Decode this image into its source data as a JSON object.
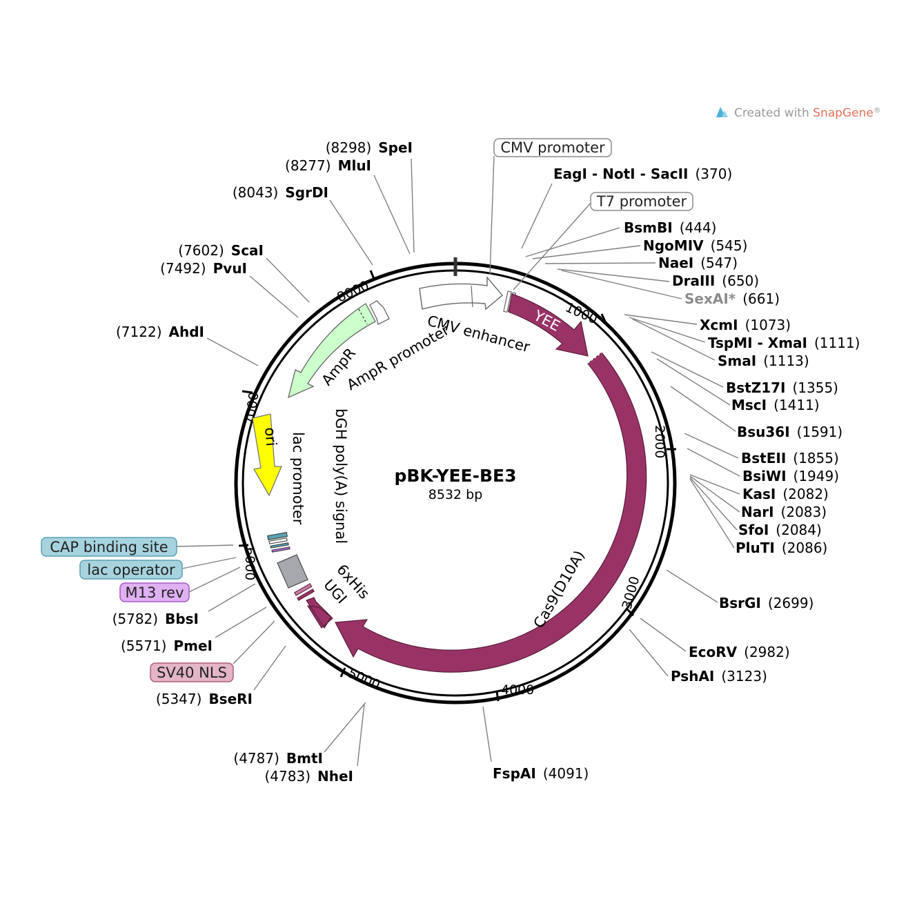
{
  "credit": {
    "prefix": "Created with ",
    "brand": "SnapGene",
    "mark": "®"
  },
  "plasmid": {
    "name": "pBK-YEE-BE3",
    "length": "8532 bp"
  },
  "ticks": [
    "1000",
    "2000",
    "3000",
    "4000",
    "5000",
    "6000",
    "7000",
    "8000"
  ],
  "enzymes_right": [
    {
      "name": "EagI - NotI - SacII",
      "pos": "(370)"
    },
    {
      "name": "BsmBI",
      "pos": "(444)"
    },
    {
      "name": "NgoMIV",
      "pos": "(545)"
    },
    {
      "name": "NaeI",
      "pos": "(547)"
    },
    {
      "name": "DraIII",
      "pos": "(650)"
    },
    {
      "name": "SexAI*",
      "pos": "(661)"
    },
    {
      "name": "XcmI",
      "pos": "(1073)"
    },
    {
      "name": "TspMI - XmaI",
      "pos": "(1111)"
    },
    {
      "name": "SmaI",
      "pos": "(1113)"
    },
    {
      "name": "BstZ17I",
      "pos": "(1355)"
    },
    {
      "name": "MscI",
      "pos": "(1411)"
    },
    {
      "name": "Bsu36I",
      "pos": "(1591)"
    },
    {
      "name": "BstEII",
      "pos": "(1855)"
    },
    {
      "name": "BsiWI",
      "pos": "(1949)"
    },
    {
      "name": "KasI",
      "pos": "(2082)"
    },
    {
      "name": "NarI",
      "pos": "(2083)"
    },
    {
      "name": "SfoI",
      "pos": "(2084)"
    },
    {
      "name": "PluTI",
      "pos": "(2086)"
    },
    {
      "name": "BsrGI",
      "pos": "(2699)"
    },
    {
      "name": "EcoRV",
      "pos": "(2982)"
    },
    {
      "name": "PshAI",
      "pos": "(3123)"
    },
    {
      "name": "FspAI",
      "pos": "(4091)"
    }
  ],
  "enzymes_left": [
    {
      "name": "SpeI",
      "pos": "(8298)"
    },
    {
      "name": "MluI",
      "pos": "(8277)"
    },
    {
      "name": "SgrDI",
      "pos": "(8043)"
    },
    {
      "name": "ScaI",
      "pos": "(7602)"
    },
    {
      "name": "PvuI",
      "pos": "(7492)"
    },
    {
      "name": "AhdI",
      "pos": "(7122)"
    },
    {
      "name": "BbsI",
      "pos": "(5782)"
    },
    {
      "name": "PmeI",
      "pos": "(5571)"
    },
    {
      "name": "BseRI",
      "pos": "(5347)"
    },
    {
      "name": "BmtI",
      "pos": "(4787)"
    },
    {
      "name": "NheI",
      "pos": "(4783)"
    }
  ],
  "feature_boxes": [
    {
      "label": "CMV promoter",
      "fill": "#ffffff",
      "stroke": "#8a8a8a"
    },
    {
      "label": "T7 promoter",
      "fill": "#ffffff",
      "stroke": "#8a8a8a"
    },
    {
      "label": "CAP binding site",
      "fill": "#a6d3de",
      "stroke": "#5aa0b2"
    },
    {
      "label": "lac operator",
      "fill": "#a6d3de",
      "stroke": "#5aa0b2"
    },
    {
      "label": "M13 rev",
      "fill": "#dfb0f2",
      "stroke": "#a45ac2"
    },
    {
      "label": "SV40 NLS",
      "fill": "#e3b5c6",
      "stroke": "#b05d7c"
    }
  ],
  "features": {
    "cmv_enhancer": "CMV enhancer",
    "yee": "YEE",
    "cas9": "Cas9(D10A)",
    "ampr": "AmpR",
    "ampr_promoter": "AmpR promoter",
    "ori": "ori",
    "lac_promoter": "lac promoter",
    "bgh": "bGH poly(A) signal",
    "his": "6xHis",
    "ugi": "UGI"
  },
  "colors": {
    "cas9": "#993366",
    "ampr": "#ccffcc",
    "ori": "#ffff00",
    "cmv_enhancer": "#ffffff",
    "bgh": "#a6a8ae",
    "sexai_label": "#8c8c8c",
    "brand": "#e0705a",
    "logo": "#4bb3d9"
  }
}
